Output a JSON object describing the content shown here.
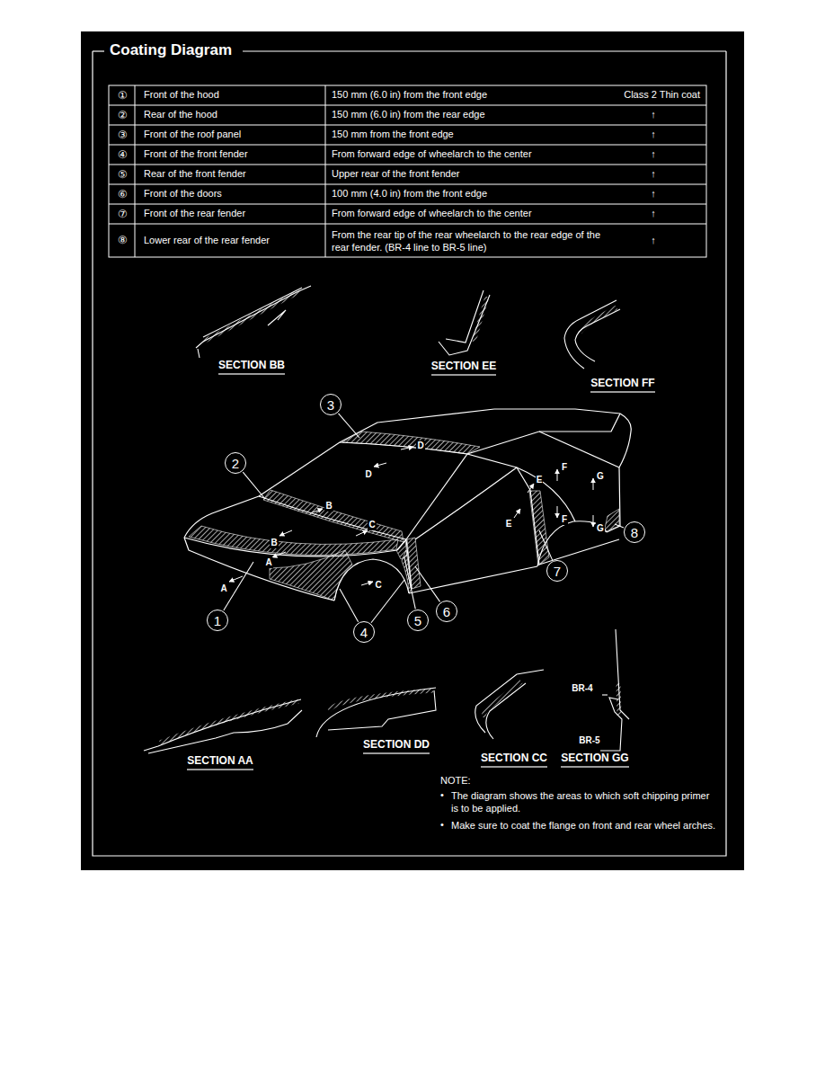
{
  "diagram": {
    "title": "Coating Diagram",
    "nodes": [
      {
        "text": [
          "1"
        ]
      },
      {
        "text": [
          "2"
        ]
      },
      {
        "text": [
          "3"
        ]
      },
      {
        "text": [
          "4"
        ]
      },
      {
        "text": [
          "5"
        ]
      },
      {
        "text": [
          "6"
        ]
      },
      {
        "text": [
          "7"
        ]
      },
      {
        "text": [
          "8"
        ]
      }
    ],
    "labels": [
      "①",
      "Front of the hood",
      "150 mm (6.0 in) from the front edge",
      "Class 2 Thin coat",
      "②",
      "Rear of the hood",
      "150 mm (6.0 in) from the rear edge",
      "↑",
      "③",
      "Front of the roof panel",
      "150 mm from the front edge",
      "↑",
      "④",
      "Front of the front fender",
      "From forward edge of wheelarch to the center",
      "↑",
      "⑤",
      "Rear of the front fender",
      "Upper rear of the front fender",
      "↑",
      "⑥",
      "Front of the doors",
      "100 mm (4.0 in) from the front edge",
      "↑",
      "⑦",
      "Front of the rear fender",
      "From forward edge of wheelarch to the center",
      "↑",
      "⑧",
      "Lower rear of the rear fender",
      "From the rear tip of the rear wheelarch to the rear edge of the rear fender. (BR-4 line to BR-5 line)",
      "↑",
      "SECTION BB",
      "SECTION EE",
      "SECTION FF",
      "SECTION AA",
      "SECTION DD",
      "SECTION CC",
      "SECTION GG",
      "A",
      "A",
      "B",
      "B",
      "C",
      "C",
      "D",
      "D",
      "E",
      "E",
      "F",
      "F",
      "G",
      "G",
      "BR-4",
      "BR-5",
      "NOTE:",
      "•",
      "The diagram shows the areas to which soft chipping primer is to be applied.",
      "•",
      "Make sure to coat the flange on front and rear wheel arches."
    ]
  }
}
